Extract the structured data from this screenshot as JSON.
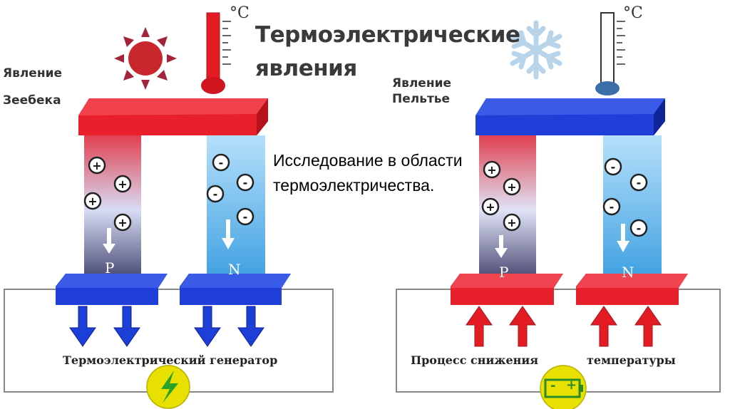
{
  "title": {
    "line1": "Термоэлектрические",
    "line2": "явления"
  },
  "seebeck": {
    "line1": "Явление",
    "line2": "Зеебека"
  },
  "peltier": {
    "line1": "Явление",
    "line2": "Пельтье"
  },
  "note": "Исследование в области термоэлектричества.",
  "thermometer_unit": "°C",
  "legs": {
    "p_label": "P",
    "n_label": "N"
  },
  "carriers": {
    "plus": "+",
    "minus": "-"
  },
  "left_caption": "Термоэлектрический генератор",
  "right_caption": {
    "part1": "Процесс снижения",
    "part2": "температуры"
  },
  "battery": {
    "minus": "-",
    "plus": "+"
  },
  "icons": {
    "sun": "sun-icon",
    "snowflake": "snowflake-icon",
    "thermometer": "thermometer-icon",
    "lightning": "lightning-icon",
    "battery": "battery-icon",
    "arrow_down": "arrow-down-icon",
    "arrow_up": "arrow-up-icon"
  },
  "colors": {
    "hot": "#e8202c",
    "cold": "#1f3fd8",
    "p_leg_top": "#e04050",
    "n_leg": "#3da2e0",
    "sun": "#c8272e",
    "snow": "#b7d4ea",
    "badge": "#e8e000"
  }
}
